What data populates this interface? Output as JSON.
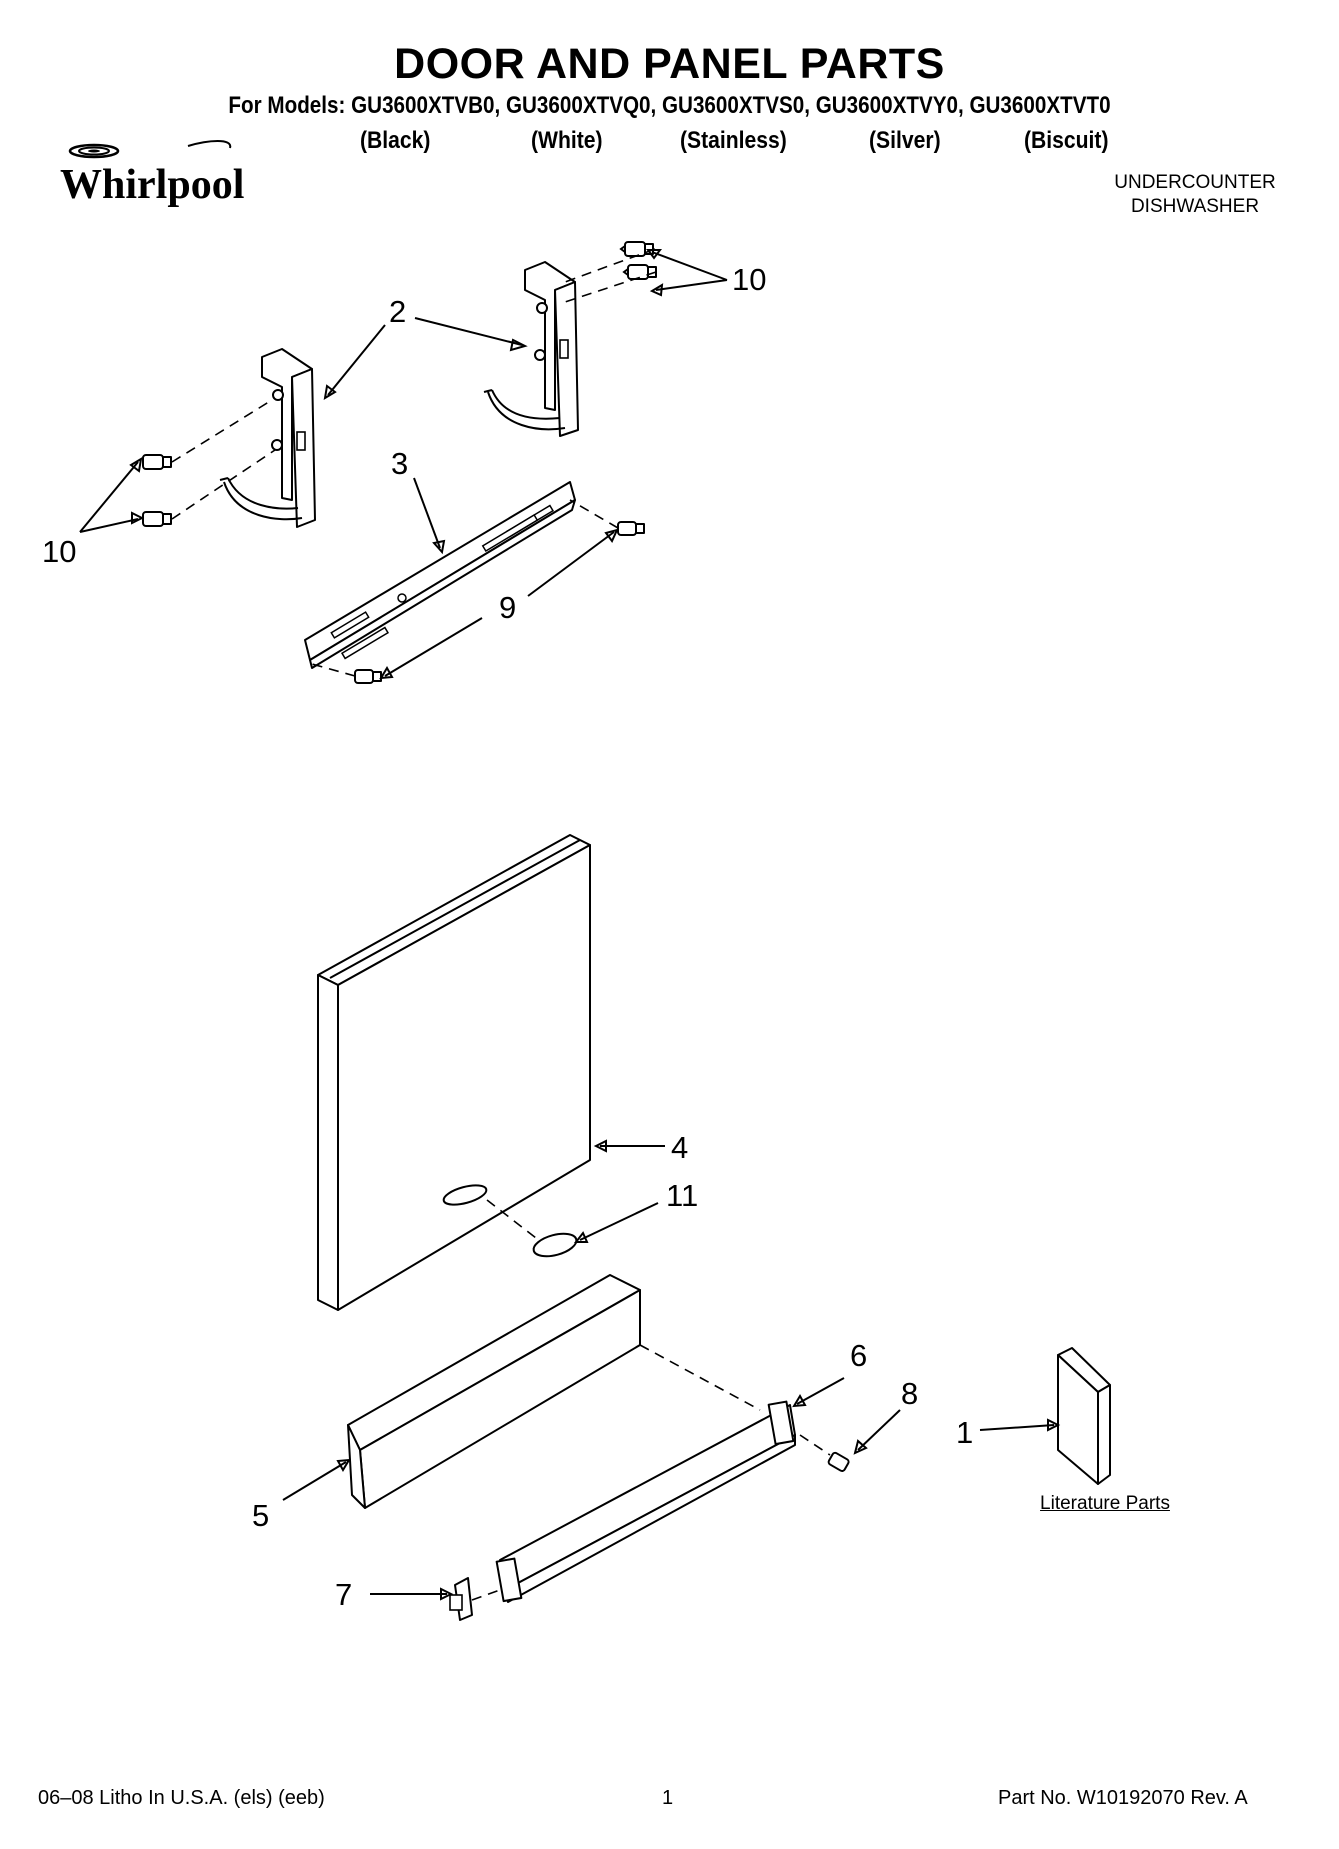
{
  "header": {
    "title": "DOOR AND PANEL PARTS",
    "models_line": "For Models: GU3600XTVB0, GU3600XTVQ0, GU3600XTVS0, GU3600XTVY0, GU3600XTVT0",
    "colors": [
      "(Black)",
      "(White)",
      "(Stainless)",
      "(Silver)",
      "(Biscuit)"
    ],
    "brand": "Whirlpool",
    "product_line1": "UNDERCOUNTER",
    "product_line2": "DISHWASHER"
  },
  "callouts": {
    "c10_top": "10",
    "c2": "2",
    "c10_left": "10",
    "c3": "3",
    "c9": "9",
    "c4": "4",
    "c11": "11",
    "c6": "6",
    "c8": "8",
    "c1": "1",
    "c5": "5",
    "c7": "7"
  },
  "literature_label": "Literature Parts",
  "footer": {
    "litho": "06–08 Litho In U.S.A. (els) (eeb)",
    "page": "1",
    "part_no": "Part No. W10192070 Rev. A"
  }
}
